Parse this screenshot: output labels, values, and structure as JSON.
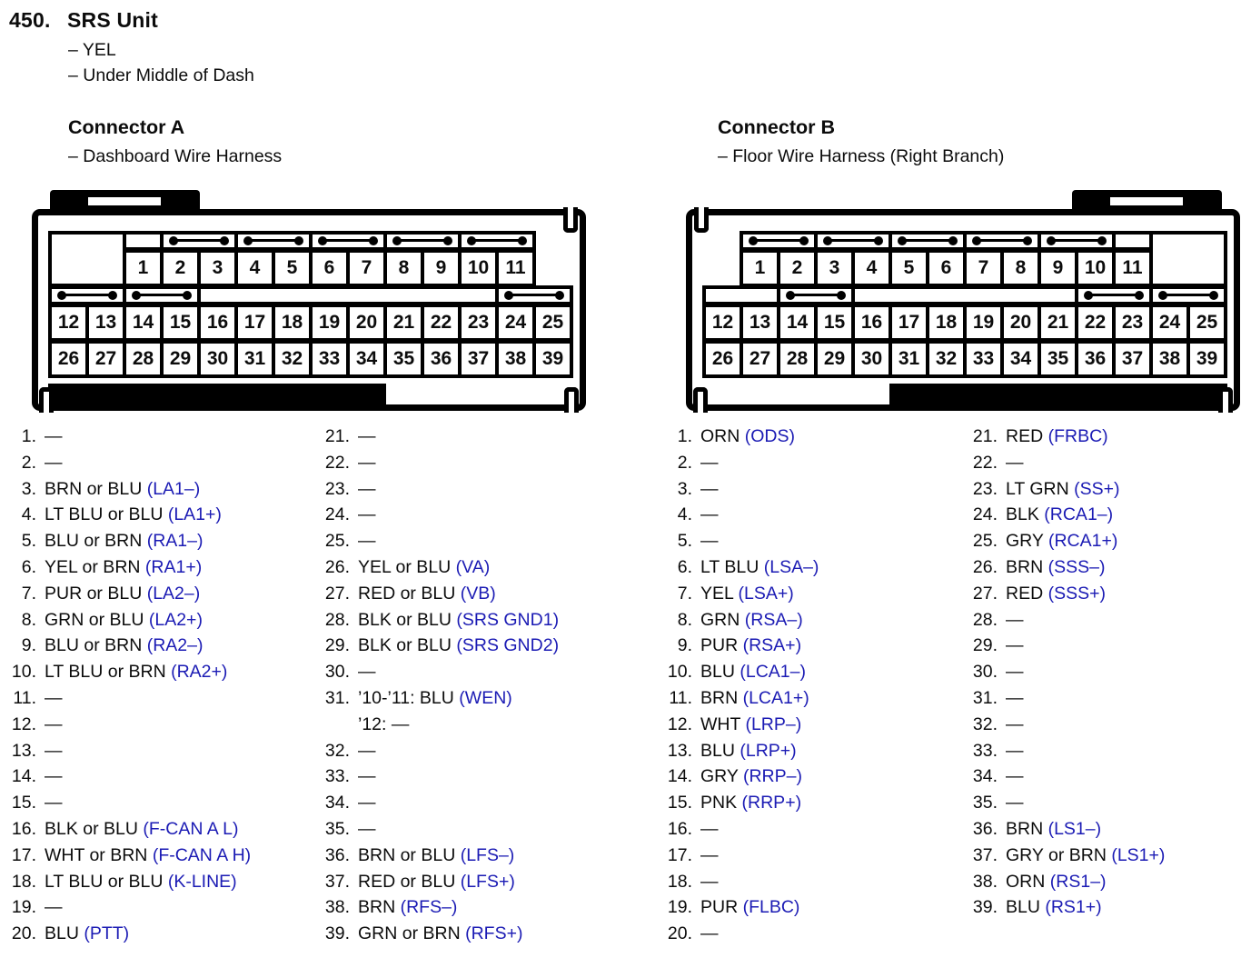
{
  "palette": {
    "ink": "#000000",
    "signal_blue": "#1b1bb4",
    "paper": "#ffffff"
  },
  "header": {
    "number": "450.",
    "title": "SRS Unit",
    "note1": "– YEL",
    "note2": "– Under Middle of Dash"
  },
  "connectors": [
    {
      "id": "A",
      "label": "Connector A",
      "sub": "– Dashboard Wire Harness",
      "diagram": {
        "tab_side": "left",
        "bottom_bar_side": "left",
        "row1_offset_cols": 2,
        "rows": [
          [
            "1",
            "2",
            "3",
            "4",
            "5",
            "6",
            "7",
            "8",
            "9",
            "10",
            "11"
          ],
          [
            "12",
            "13",
            "14",
            "15",
            "16",
            "17",
            "18",
            "19",
            "20",
            "21",
            "22",
            "23",
            "24",
            "25"
          ],
          [
            "26",
            "27",
            "28",
            "29",
            "30",
            "31",
            "32",
            "33",
            "34",
            "35",
            "36",
            "37",
            "38",
            "39"
          ]
        ],
        "top_bars": [
          [
            2,
            3
          ],
          [
            4,
            5
          ],
          [
            6,
            7
          ],
          [
            8,
            9
          ],
          [
            10,
            11
          ]
        ],
        "mid_bars": [
          [
            12,
            13
          ],
          [
            14,
            15
          ],
          [
            24,
            25
          ]
        ]
      },
      "pin_lists": [
        [
          {
            "n": "1.",
            "w": "—"
          },
          {
            "n": "2.",
            "w": "—"
          },
          {
            "n": "3.",
            "w": "BRN or BLU",
            "s": "(LA1–)"
          },
          {
            "n": "4.",
            "w": "LT BLU or BLU",
            "s": "(LA1+)"
          },
          {
            "n": "5.",
            "w": "BLU or BRN",
            "s": "(RA1–)"
          },
          {
            "n": "6.",
            "w": "YEL or BRN",
            "s": "(RA1+)"
          },
          {
            "n": "7.",
            "w": "PUR or BLU",
            "s": "(LA2–)"
          },
          {
            "n": "8.",
            "w": "GRN or BLU",
            "s": "(LA2+)"
          },
          {
            "n": "9.",
            "w": "BLU or BRN",
            "s": "(RA2–)"
          },
          {
            "n": "10.",
            "w": "LT BLU or BRN",
            "s": "(RA2+)"
          },
          {
            "n": "11.",
            "w": "—"
          },
          {
            "n": "12.",
            "w": "—"
          },
          {
            "n": "13.",
            "w": "—"
          },
          {
            "n": "14.",
            "w": "—"
          },
          {
            "n": "15.",
            "w": "—"
          },
          {
            "n": "16.",
            "w": "BLK or BLU",
            "s": "(F-CAN A L)"
          },
          {
            "n": "17.",
            "w": "WHT or BRN",
            "s": "(F-CAN A H)"
          },
          {
            "n": "18.",
            "w": "LT BLU or BLU",
            "s": "(K-LINE)"
          },
          {
            "n": "19.",
            "w": "—"
          },
          {
            "n": "20.",
            "w": "BLU",
            "s": "(PTT)"
          }
        ],
        [
          {
            "n": "21.",
            "w": "—"
          },
          {
            "n": "22.",
            "w": "—"
          },
          {
            "n": "23.",
            "w": "—"
          },
          {
            "n": "24.",
            "w": "—"
          },
          {
            "n": "25.",
            "w": "—"
          },
          {
            "n": "26.",
            "w": "YEL or BLU",
            "s": "(VA)"
          },
          {
            "n": "27.",
            "w": "RED or BLU",
            "s": "(VB)"
          },
          {
            "n": "28.",
            "w": "BLK or BLU",
            "s": "(SRS GND1)"
          },
          {
            "n": "29.",
            "w": "BLK or BLU",
            "s": "(SRS GND2)"
          },
          {
            "n": "30.",
            "w": "—"
          },
          {
            "n": "31.",
            "w": "’10-’11: BLU",
            "s": "(WEN)",
            "w2": "’12: —"
          },
          {
            "n": "32.",
            "w": "—"
          },
          {
            "n": "33.",
            "w": "—"
          },
          {
            "n": "34.",
            "w": "—"
          },
          {
            "n": "35.",
            "w": "—"
          },
          {
            "n": "36.",
            "w": "BRN or BLU",
            "s": "(LFS–)"
          },
          {
            "n": "37.",
            "w": "RED or BLU",
            "s": "(LFS+)"
          },
          {
            "n": "38.",
            "w": "BRN",
            "s": "(RFS–)"
          },
          {
            "n": "39.",
            "w": "GRN or BRN",
            "s": "(RFS+)"
          }
        ]
      ]
    },
    {
      "id": "B",
      "label": "Connector B",
      "sub": "– Floor Wire Harness (Right Branch)",
      "diagram": {
        "tab_side": "right",
        "bottom_bar_side": "right",
        "row1_offset_cols": 1,
        "rows": [
          [
            "1",
            "2",
            "3",
            "4",
            "5",
            "6",
            "7",
            "8",
            "9",
            "10",
            "11"
          ],
          [
            "12",
            "13",
            "14",
            "15",
            "16",
            "17",
            "18",
            "19",
            "20",
            "21",
            "22",
            "23",
            "24",
            "25"
          ],
          [
            "26",
            "27",
            "28",
            "29",
            "30",
            "31",
            "32",
            "33",
            "34",
            "35",
            "36",
            "37",
            "38",
            "39"
          ]
        ],
        "top_bars": [
          [
            1,
            2
          ],
          [
            3,
            4
          ],
          [
            5,
            6
          ],
          [
            7,
            8
          ],
          [
            9,
            10
          ]
        ],
        "mid_bars": [
          [
            14,
            15
          ],
          [
            22,
            23
          ],
          [
            24,
            25
          ]
        ]
      },
      "pin_lists": [
        [
          {
            "n": "1.",
            "w": "ORN",
            "s": "(ODS)"
          },
          {
            "n": "2.",
            "w": "—"
          },
          {
            "n": "3.",
            "w": "—"
          },
          {
            "n": "4.",
            "w": "—"
          },
          {
            "n": "5.",
            "w": "—"
          },
          {
            "n": "6.",
            "w": "LT BLU",
            "s": "(LSA–)"
          },
          {
            "n": "7.",
            "w": "YEL",
            "s": "(LSA+)"
          },
          {
            "n": "8.",
            "w": "GRN",
            "s": "(RSA–)"
          },
          {
            "n": "9.",
            "w": "PUR",
            "s": "(RSA+)"
          },
          {
            "n": "10.",
            "w": "BLU",
            "s": "(LCA1–)"
          },
          {
            "n": "11.",
            "w": "BRN",
            "s": "(LCA1+)"
          },
          {
            "n": "12.",
            "w": "WHT",
            "s": "(LRP–)"
          },
          {
            "n": "13.",
            "w": "BLU",
            "s": "(LRP+)"
          },
          {
            "n": "14.",
            "w": "GRY",
            "s": "(RRP–)"
          },
          {
            "n": "15.",
            "w": "PNK",
            "s": "(RRP+)"
          },
          {
            "n": "16.",
            "w": "—"
          },
          {
            "n": "17.",
            "w": "—"
          },
          {
            "n": "18.",
            "w": "—"
          },
          {
            "n": "19.",
            "w": "PUR",
            "s": "(FLBC)"
          },
          {
            "n": "20.",
            "w": "—"
          }
        ],
        [
          {
            "n": "21.",
            "w": "RED",
            "s": "(FRBC)"
          },
          {
            "n": "22.",
            "w": "—"
          },
          {
            "n": "23.",
            "w": "LT GRN",
            "s": "(SS+)"
          },
          {
            "n": "24.",
            "w": "BLK",
            "s": "(RCA1–)"
          },
          {
            "n": "25.",
            "w": "GRY",
            "s": "(RCA1+)"
          },
          {
            "n": "26.",
            "w": "BRN",
            "s": "(SSS–)"
          },
          {
            "n": "27.",
            "w": "RED",
            "s": "(SSS+)"
          },
          {
            "n": "28.",
            "w": "—"
          },
          {
            "n": "29.",
            "w": "—"
          },
          {
            "n": "30.",
            "w": "—"
          },
          {
            "n": "31.",
            "w": "—"
          },
          {
            "n": "32.",
            "w": "—"
          },
          {
            "n": "33.",
            "w": "—"
          },
          {
            "n": "34.",
            "w": "—"
          },
          {
            "n": "35.",
            "w": "—"
          },
          {
            "n": "36.",
            "w": "BRN",
            "s": "(LS1–)"
          },
          {
            "n": "37.",
            "w": "GRY or BRN",
            "s": "(LS1+)"
          },
          {
            "n": "38.",
            "w": "ORN",
            "s": "(RS1–)"
          },
          {
            "n": "39.",
            "w": "BLU",
            "s": "(RS1+)"
          }
        ]
      ]
    }
  ]
}
